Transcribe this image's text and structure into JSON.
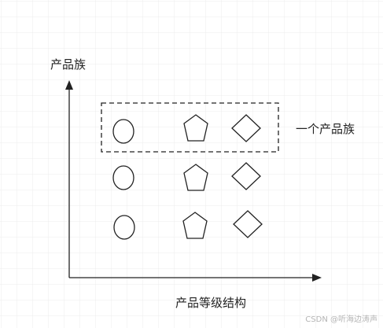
{
  "labels": {
    "y_axis": "产品族",
    "x_axis": "产品等级结构",
    "group": "一个产品族"
  },
  "watermark": "CSDN @听海边涛声",
  "colors": {
    "stroke": "#222222",
    "grid": "#ececec",
    "background": "#ffffff"
  }
}
